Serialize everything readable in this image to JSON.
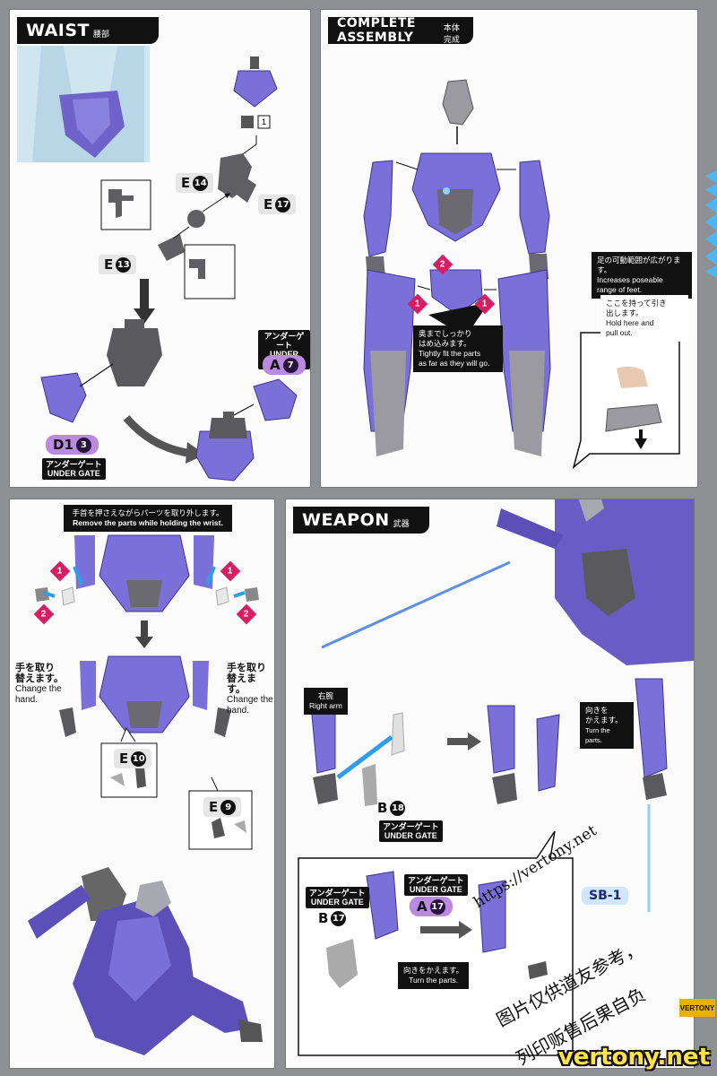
{
  "waist": {
    "title_en": "WAIST",
    "title_jp": "腰部",
    "codes": {
      "e14": "E",
      "e14_num": "14",
      "e17": "E",
      "e17_num": "17",
      "e13": "E",
      "e13_num": "13",
      "a7": "A",
      "a7_num": "7",
      "d13": "D1",
      "d13_num": "3"
    },
    "box_label": "1",
    "undergate_top": {
      "jp": "アンダーゲート",
      "en": "UNDER GATE"
    },
    "undergate_bottom": {
      "jp": "アンダーゲート",
      "en": "UNDER GATE"
    }
  },
  "complete": {
    "title_en": "COMPLETE ASSEMBLY",
    "title_jp": "本体完成",
    "callout": {
      "jp_line1": "奥までしっかり",
      "jp_line2": "はめ込みます。",
      "en_line1": "Tightly fit the parts",
      "en_line2": "as far as they will go."
    },
    "feet_note": {
      "jp": "足の可動範囲が広がります。",
      "en_line1": "Increases poseable",
      "en_line2": "range of feet."
    },
    "hold_note": {
      "jp_line1": "ここを持って引き",
      "jp_line2": "出します。",
      "en_line1": "Hold here and",
      "en_line2": "pull out."
    },
    "steps": [
      "1",
      "2",
      "1"
    ]
  },
  "hand": {
    "instruction": {
      "jp": "手首を押さえながらパーツを取り外します。",
      "en": "Remove the parts while holding the wrist."
    },
    "left_note": {
      "jp_line1": "手を取り",
      "jp_line2": "替えます。",
      "en_line1": "Change the",
      "en_line2": "hand."
    },
    "right_note": {
      "jp_line1": "手を取り",
      "jp_line2": "替えます。",
      "en_line1": "Change the",
      "en_line2": "hand."
    },
    "codes": {
      "e10": "E",
      "e10_num": "10",
      "e9": "E",
      "e9_num": "9"
    },
    "steps": [
      "1",
      "2",
      "1",
      "2"
    ]
  },
  "weapon": {
    "title_en": "WEAPON",
    "title_jp": "武器",
    "right_arm": {
      "jp": "右腕",
      "en": "Right arm"
    },
    "turn_note_top": {
      "jp_line1": "向きを",
      "jp_line2": "かえます。",
      "en": "Turn the parts."
    },
    "turn_note_bottom": {
      "jp": "向きをかえます。",
      "en": "Turn the parts."
    },
    "codes": {
      "b18": "B",
      "b18_num": "18",
      "b17": "B",
      "b17_num": "17",
      "a17": "A",
      "a17_num": "17"
    },
    "undergate_1": {
      "jp": "アンダーゲート",
      "en": "UNDER GATE"
    },
    "undergate_2": {
      "jp": "アンダーゲート",
      "en": "UNDER GATE"
    },
    "undergate_3": {
      "jp": "アンダーゲート",
      "en": "UNDER GATE"
    },
    "sb_label": "SB-1"
  },
  "watermark": {
    "url": "https://vertony.net",
    "line1": "图片仅供道友参考，",
    "line2": "列印贩售后果自负",
    "brand": "vertony.net",
    "logo": "VERTONY"
  },
  "colors": {
    "purple": "#7d6fd6",
    "purple_dark": "#4a3fa6",
    "grey": "#6e6e72",
    "step_pink": "#d81e63",
    "arrow_blue": "#2f9ee8"
  }
}
